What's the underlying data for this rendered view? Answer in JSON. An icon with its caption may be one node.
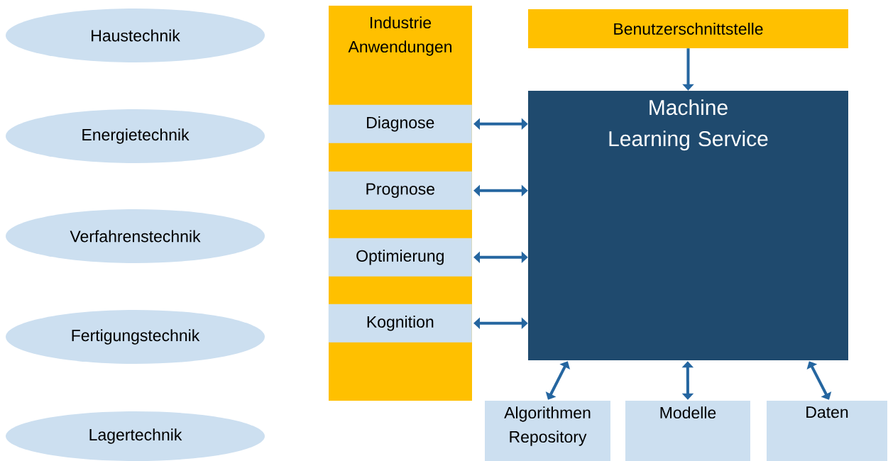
{
  "diagram": {
    "nodes": [
      {
        "text": [
          "Haustechnik"
        ]
      },
      {
        "text": [
          "Energietechnik"
        ]
      },
      {
        "text": [
          "Verfahrenstechnik"
        ]
      },
      {
        "text": [
          "Fertigungstechnik"
        ]
      },
      {
        "text": [
          "Lagertechnik"
        ]
      },
      {
        "text": [
          "Industrie Anwendungen"
        ]
      },
      {
        "text": [
          "Diagnose"
        ],
        "in": 5
      },
      {
        "text": [
          "Prognose"
        ],
        "in": 5
      },
      {
        "text": [
          "Optimierung"
        ],
        "in": 5
      },
      {
        "text": [
          "Kognition"
        ],
        "in": 5
      },
      {
        "text": [
          "Benutzerschnittstelle"
        ]
      },
      {
        "text": [
          "Machine Learning Service"
        ]
      },
      {
        "text": [
          "Algorithmen Repository"
        ]
      },
      {
        "text": [
          "Modelle"
        ]
      },
      {
        "text": [
          "Daten"
        ]
      }
    ],
    "edges": [
      {
        "from": 10,
        "to": 11,
        "arrow": "to"
      },
      {
        "from": 6,
        "to": 11,
        "arrow": "both"
      },
      {
        "from": 7,
        "to": 11,
        "arrow": "both"
      },
      {
        "from": 8,
        "to": 11,
        "arrow": "both"
      },
      {
        "from": 9,
        "to": 11,
        "arrow": "both"
      },
      {
        "from": 11,
        "to": 12,
        "arrow": "both"
      },
      {
        "from": 11,
        "to": 13,
        "arrow": "both"
      },
      {
        "from": 11,
        "to": 14,
        "arrow": "both"
      }
    ]
  }
}
